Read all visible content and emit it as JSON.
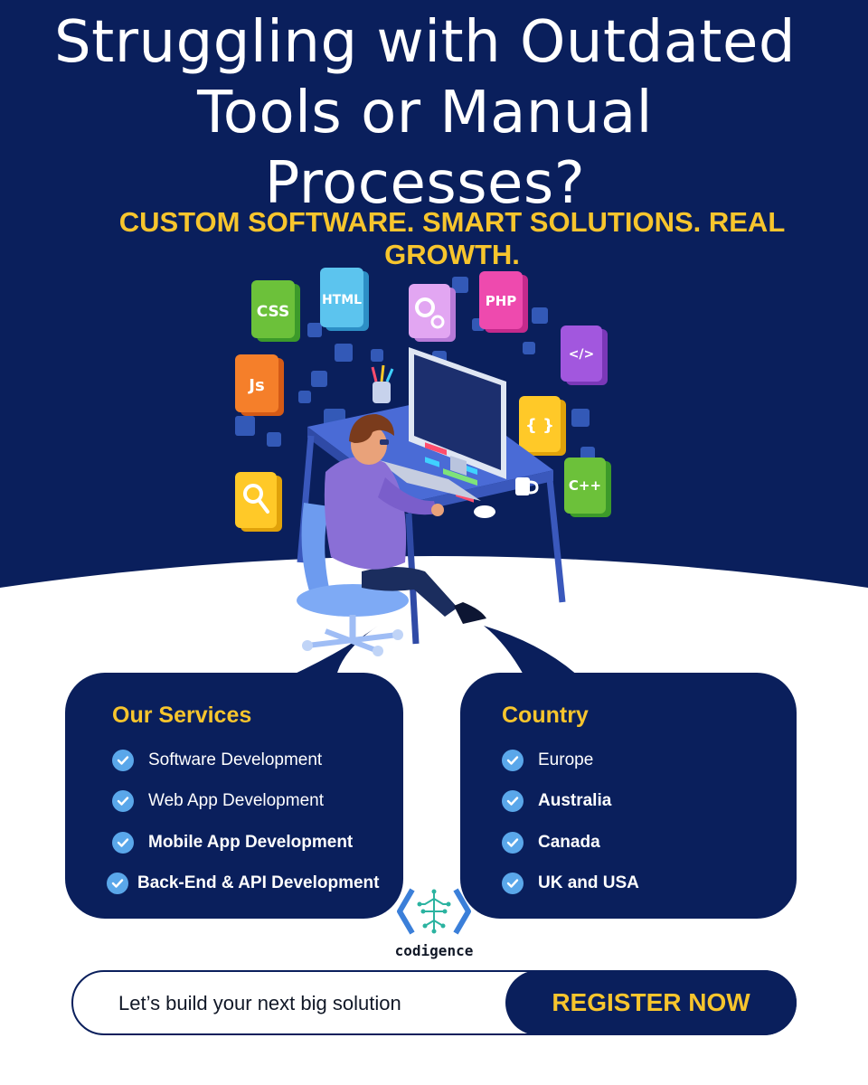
{
  "headline": "Struggling with Outdated Tools or Manual Processes?",
  "tagline": "CUSTOM SOFTWARE. SMART SOLUTIONS. REAL GROWTH.",
  "illustration": {
    "tiles": [
      "CSS",
      "HTML",
      "PHP",
      "</>",
      "Js",
      "{ }",
      "C++"
    ]
  },
  "services": {
    "title": "Our Services",
    "items": [
      {
        "label": "Software Development",
        "bold": false
      },
      {
        "label": "Web App Development",
        "bold": false
      },
      {
        "label": "Mobile App Development",
        "bold": true
      },
      {
        "label": "Back-End & API Development",
        "bold": true
      }
    ]
  },
  "country": {
    "title": "Country",
    "items": [
      {
        "label": "Europe",
        "bold": false
      },
      {
        "label": "Australia",
        "bold": true
      },
      {
        "label": "Canada",
        "bold": true
      },
      {
        "label": "UK and USA",
        "bold": true
      }
    ]
  },
  "brand": {
    "name": "codigence"
  },
  "cta": {
    "text": "Let’s build your next big solution",
    "button_label": "REGISTER NOW"
  },
  "colors": {
    "navy": "#0a1f5c",
    "accent_yellow": "#f7c52d",
    "check_blue": "#5aa7ea"
  }
}
